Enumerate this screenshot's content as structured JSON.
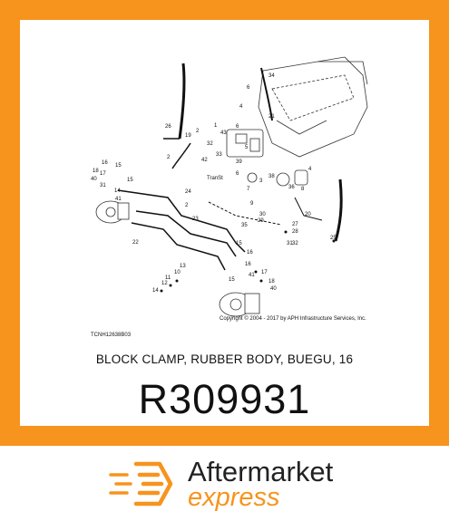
{
  "diagram": {
    "code": "TCNH12638B03",
    "copyright": "Copyright © 2004 - 2017 by APH Infrastructure Services, Inc.",
    "watermark": "TranSt"
  },
  "part": {
    "description": "BLOCK CLAMP, RUBBER BODY, BUEGU, 16",
    "number": "R309931"
  },
  "brand": {
    "line1": "Aftermarket",
    "line2": "express",
    "accent_color": "#f7941d",
    "icon": "hexagon-e-icon"
  },
  "callouts": [
    "34",
    "6",
    "21",
    "26",
    "1",
    "43",
    "6",
    "19",
    "2",
    "32",
    "33",
    "42",
    "39",
    "4",
    "5",
    "2",
    "18",
    "16",
    "15",
    "17",
    "40",
    "31",
    "41",
    "14",
    "15",
    "2",
    "24",
    "23",
    "8",
    "7",
    "9",
    "6",
    "38",
    "36",
    "4",
    "20",
    "35",
    "30",
    "29",
    "27",
    "28",
    "22",
    "15",
    "16",
    "13",
    "10",
    "11",
    "12",
    "14",
    "16",
    "41",
    "17",
    "18",
    "40",
    "15",
    "31",
    "32",
    "25",
    "3"
  ]
}
